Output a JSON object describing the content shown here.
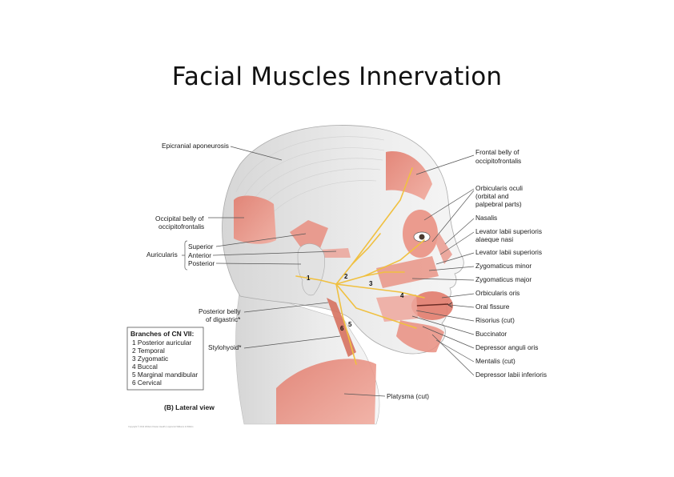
{
  "title": "Facial Muscles Innervation",
  "colors": {
    "muscle": "#e98e80",
    "muscle_light": "#f3b3a6",
    "aponeurosis": "#dcdcdc",
    "skull": "#e8e8e8",
    "nerve": "#f0c040",
    "background": "#ffffff"
  },
  "labels_left": {
    "epicranial_aponeurosis": "Epicranial aponeurosis",
    "occipital_belly_1": "Occipital belly of",
    "occipital_belly_2": "occipitofrontalis",
    "auricularis": "Auricularis",
    "superior": "Superior",
    "anterior": "Anterior",
    "posterior": "Posterior",
    "posterior_belly_1": "Posterior belly",
    "posterior_belly_2": "of digastric*",
    "stylohyoid": "Stylohyoid*"
  },
  "labels_right": {
    "frontal_belly_1": "Frontal belly of",
    "frontal_belly_2": "occipitofrontalis",
    "orbicularis_oculi_1": "Orbicularis oculi",
    "orbicularis_oculi_2": "(orbital and",
    "orbicularis_oculi_3": "palpebral parts)",
    "nasalis": "Nasalis",
    "levator_alaeque_1": "Levator labii superioris",
    "levator_alaeque_2": "alaeque nasi",
    "levator_labii": "Levator labii superioris",
    "zygomaticus_minor": "Zygomaticus minor",
    "zygomaticus_major": "Zygomaticus major",
    "orbicularis_oris": "Orbicularis oris",
    "oral_fissure": "Oral fissure",
    "risorius": "Risorius (cut)",
    "buccinator": "Buccinator",
    "depressor_anguli": "Depressor anguli oris",
    "mentalis": "Mentalis (cut)",
    "depressor_labii": "Depressor labii inferioris"
  },
  "labels_bottom": {
    "platysma": "Platysma (cut)",
    "view": "(B) Lateral view"
  },
  "branch_numbers": [
    "1",
    "2",
    "3",
    "4",
    "5",
    "6"
  ],
  "branches_box": {
    "heading": "Branches of CN VII:",
    "items": [
      "1  Posterior auricular",
      "2  Temporal",
      "3  Zygomatic",
      "4  Buccal",
      "5  Marginal mandibular",
      "6  Cervical"
    ]
  },
  "copyright": "Copyright © 2014 Wolters Kluwer Health | Lippincott Williams & Wilkins"
}
